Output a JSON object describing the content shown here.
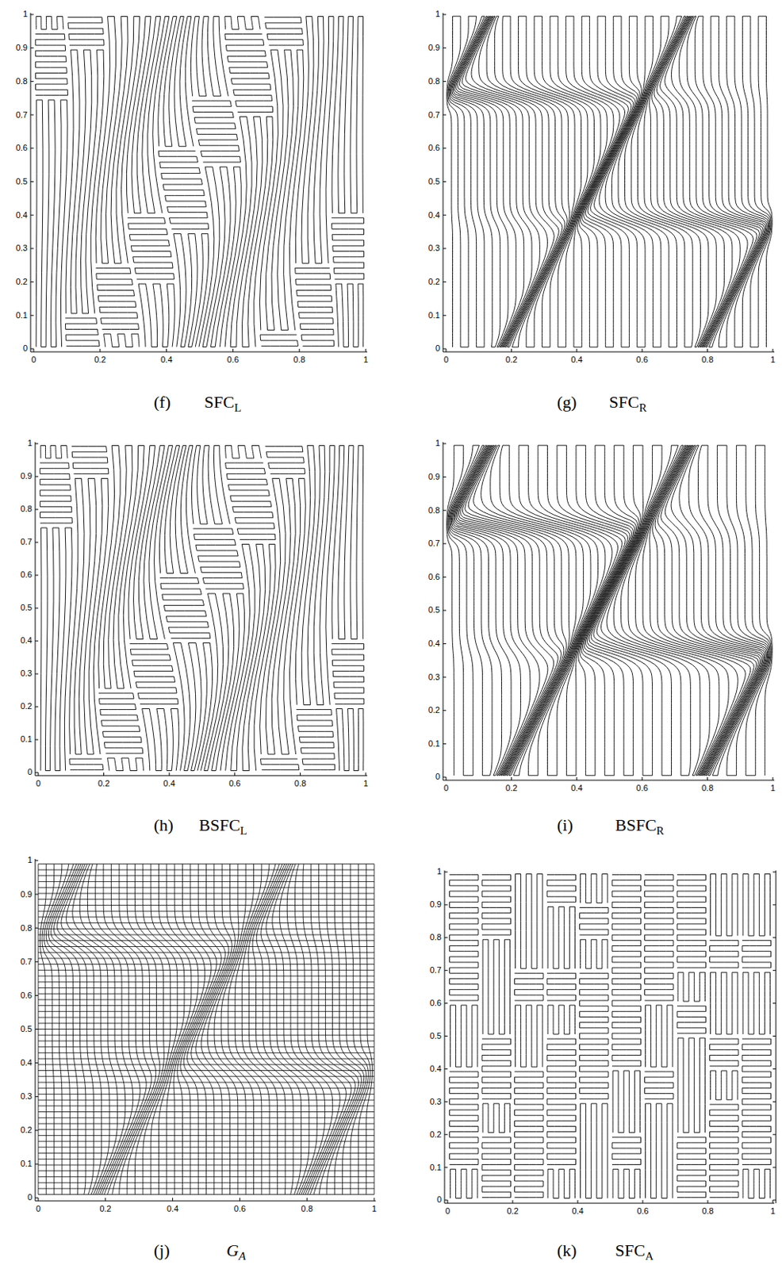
{
  "diagram": {
    "labels": [
      "0",
      "0.1",
      "0.2",
      "0.3",
      "0.4",
      "0.5",
      "0.6",
      "0.7",
      "0.8",
      "0.9",
      "1",
      "0",
      "0.2",
      "0.4",
      "0.6",
      "0.8",
      "1",
      "0",
      "0.1",
      "0.2",
      "0.3",
      "0.4",
      "0.5",
      "0.6",
      "0.7",
      "0.8",
      "0.9",
      "1",
      "0",
      "0.2",
      "0.4",
      "0.6",
      "0.8",
      "1",
      "(f)",
      "SFC",
      "L",
      "(g)",
      "SFC",
      "R",
      "0",
      "0.1",
      "0.2",
      "0.3",
      "0.4",
      "0.5",
      "0.6",
      "0.7",
      "0.8",
      "0.9",
      "1",
      "0",
      "0.2",
      "0.4",
      "0.6",
      "0.8",
      "1",
      "0",
      "0.1",
      "0.2",
      "0.3",
      "0.4",
      "0.5",
      "0.6",
      "0.7",
      "0.8",
      "0.9",
      "1",
      "0",
      "0.2",
      "0.4",
      "0.6",
      "0.8",
      "1",
      "(h)",
      "BSFC",
      "L",
      "(i)",
      "BSFC",
      "R",
      "0",
      "0.1",
      "0.2",
      "0.3",
      "0.4",
      "0.5",
      "0.6",
      "0.7",
      "0.8",
      "0.9",
      "1",
      "0",
      "0.2",
      "0.4",
      "0.6",
      "0.8",
      "1",
      "0",
      "0.1",
      "0.2",
      "0.3",
      "0.4",
      "0.5",
      "0.6",
      "0.7",
      "0.8",
      "0.9",
      "1",
      "0",
      "0.2",
      "0.4",
      "0.6",
      "0.8",
      "1",
      "(j)",
      "G",
      "A",
      "(k)",
      "SFC",
      "A"
    ]
  }
}
